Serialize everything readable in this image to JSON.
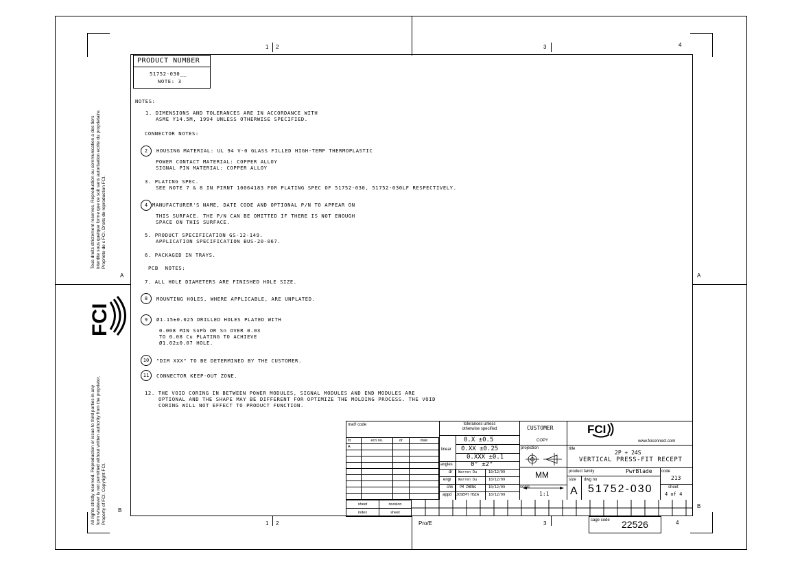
{
  "product_number": {
    "header": "PRODUCT NUMBER",
    "value": "51752-030__",
    "note": "NOTE: 3"
  },
  "zones": {
    "top": [
      "1",
      "2",
      "3",
      "4"
    ],
    "bottom": [
      "1",
      "2",
      "3",
      "4"
    ],
    "left": [
      "A",
      "B"
    ],
    "right": [
      "A",
      "B"
    ]
  },
  "side_text": {
    "french": "Tous droits strictement reserves. Reproduction ou communication a des tiers\ninterdite sous quelque forme que ce soit sans autorisation ecrite du proprietaire.\nPropriete de c FCI. Droits de reproduction FCI.",
    "english": "All rights strictly reserved. Reproduction or issue to third parties in any\nform whatever is not permitted without written authority from the proprietor.\nProperty of FCI. Copyright FCI."
  },
  "logo_text": "FCI",
  "notes": {
    "heading": "NOTES:",
    "n1a": "1. DIMENSIONS AND TOLERANCES ARE IN ACCORDANCE WITH",
    "n1b": "ASME Y14.5M, 1994 UNLESS OTHERWISE SPECIFIED.",
    "connector_heading": "CONNECTOR NOTES:",
    "n2_num": "2",
    "n2a": "HOUSING MATERIAL: UL 94 V-0 GLASS FILLED HIGH-TEMP THERMOPLASTIC",
    "n2b": "POWER CONTACT MATERIAL: COPPER ALLOY",
    "n2c": "SIGNAL PIN MATERIAL: COPPER ALLOY",
    "n3a": "3. PLATING SPEC.",
    "n3b": "SEE NOTE 7 & 8 IN PIRNT 10064183 FOR PLATING SPEC OF 51752-030, 51752-030LF RESPECTIVELY.",
    "n4_num": "4",
    "n4a": "MANUFACTURER'S NAME, DATE CODE AND OPTIONAL P/N TO APPEAR ON",
    "n4b": "THIS SURFACE. THE P/N CAN BE OMITTED IF THERE IS NOT ENOUGH",
    "n4c": "SPACE ON THIS SURFACE.",
    "n5a": "5. PRODUCT SPECIFICATION GS-12-149.",
    "n5b": "APPLICATION SPECIFICATION BUS-20-067.",
    "n6": "6. PACKAGED IN TRAYS.",
    "pcb_heading": "PCB  NOTES:",
    "n7": "7. ALL HOLE DIAMETERS ARE FINISHED HOLE SIZE.",
    "n8_num": "8",
    "n8": "MOUNTING HOLES, WHERE APPLICABLE, ARE UNPLATED.",
    "n9_num": "9",
    "n9a": "Ø1.15±0.025 DRILLED HOLES PLATED WITH",
    "n9b": "0.008 MIN SnPb OR Sn OVER 0.03",
    "n9c": "TO 0.08 Cu PLATING TO ACHIEVE",
    "n9d": "Ø1.02±0.07 HOLE.",
    "n10_num": "10",
    "n10": "\"DIM XXX\" TO BE DETERMINED BY THE CUSTOMER.",
    "n11_num": "11",
    "n11": "CONNECTOR KEEP-OUT ZONE.",
    "n12a": "12. THE VOID CORING IN BETWEEN POWER MODULES, SIGNAL MODULES AND END MODULES ARE",
    "n12b": "OPTIONAL AND THE SHAPE MAY BE DIFFERENT FOR OPTIMIZE THE MOLDING PROCESS. THE VOID",
    "n12c": "CORING WILL NOT EFFECT TO PRODUCT FUNCTION."
  },
  "title_block": {
    "matl_code": "mat'l code",
    "rev_headers": [
      "ltr",
      "ecn no.",
      "dr",
      "date"
    ],
    "rev_row": [
      "A",
      "",
      "",
      ""
    ],
    "tolerances_label": "tolerances unless otherwise specified",
    "linear": "linear",
    "tol_x": "0.X ±0.5",
    "tol_xx": "0.XX ±0.25",
    "tol_xxx": "0.XXX ±0.1",
    "angles": "angles",
    "tol_angle": "0° ±2°",
    "roles": [
      "dr",
      "engr",
      "chk",
      "appd"
    ],
    "names": [
      "Warren Du",
      "Warren Du",
      "PM ZHENG",
      "JOSEPH HSIA"
    ],
    "dates": [
      "10/12/09",
      "10/12/09",
      "10/12/09",
      "10/12/09"
    ],
    "customer": "CUSTOMER",
    "copy": "COPY",
    "projection": "projection",
    "units": "MM",
    "scale_label": "scale",
    "scale": "1:1",
    "sheet": "sheet",
    "revision": "revision",
    "index": "index",
    "sheet2": "sheet",
    "website": "www.fciconnect.com",
    "title_label": "title",
    "title1": "2P + 24S",
    "title2": "VERTICAL PRESS-FIT RECEPT",
    "product_family_label": "product family",
    "product_family": "PwrBlade",
    "code_label": "code",
    "code": "213",
    "size_label": "size",
    "size": "A",
    "dwg_no_label": "dwg no",
    "dwg_no": "51752-030",
    "sheet_label": "sheet",
    "sheet_value": "4 of 4",
    "cage_code_label": "cage code",
    "cage_code": "22526",
    "software": "Pro/E"
  }
}
